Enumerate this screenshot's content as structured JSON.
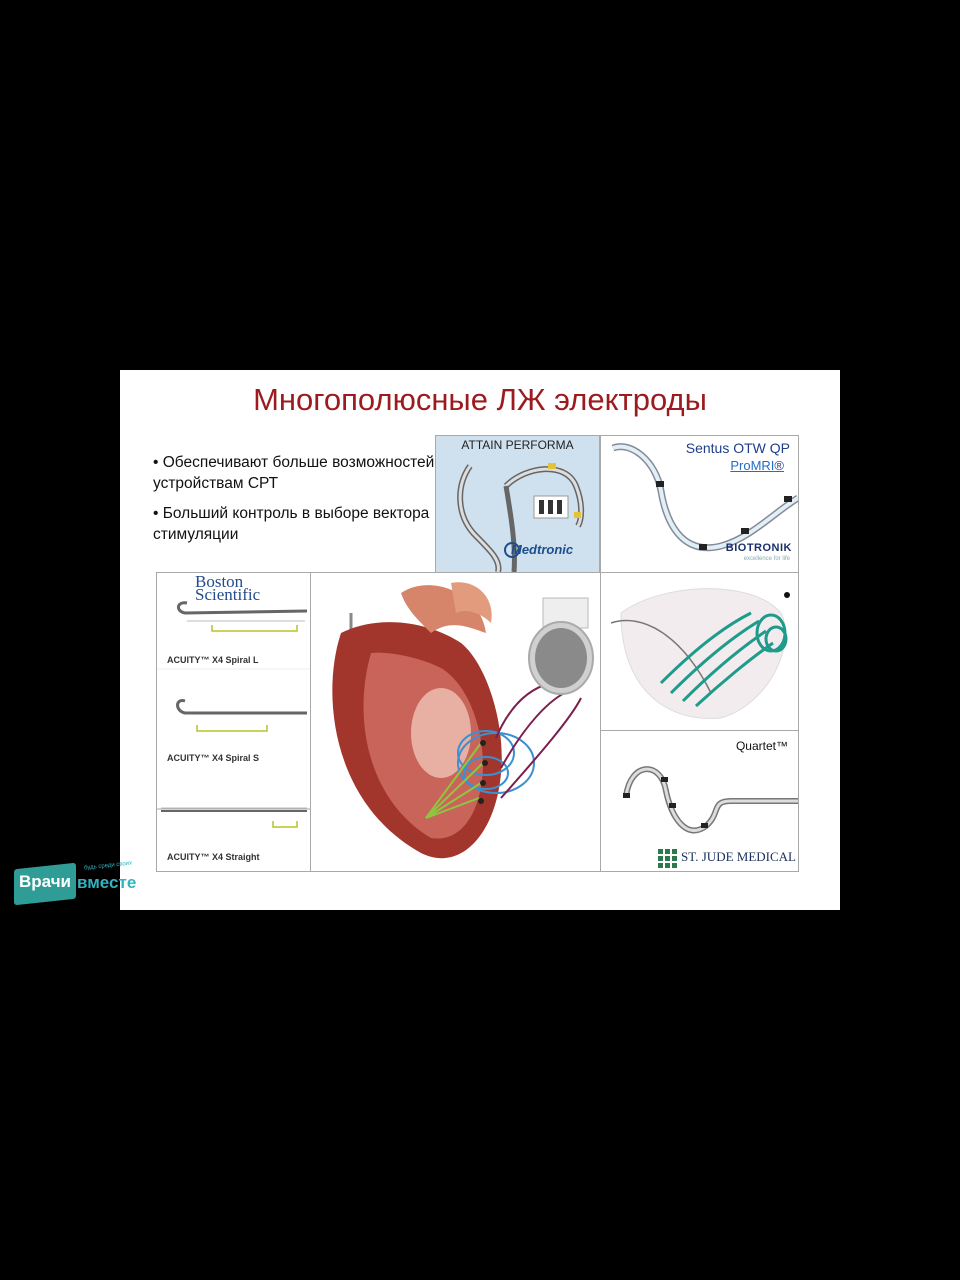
{
  "slide": {
    "title": "Многополюсные ЛЖ электроды",
    "bullets": [
      "• Обеспечивают больше возможностей устройствам СРТ",
      "• Больший контроль в выборе вектора стимуляции"
    ]
  },
  "panels": {
    "attain": {
      "title": "ATTAIN PERFORMA",
      "brand": "Medtronic"
    },
    "sentus": {
      "name": "Sentus OTW QP",
      "sub": "ProMRI",
      "reg": "®",
      "brand": "BIOTRONIK",
      "tagline": "excellence for life"
    },
    "boston": {
      "brand_line1": "Boston",
      "brand_line2": "Scientific",
      "leads": [
        "ACUITY™ X4 Spiral L",
        "ACUITY™ X4 Spiral S",
        "ACUITY™ X4 Straight"
      ]
    },
    "quartet": {
      "name": "Quartet™",
      "brand": "ST. JUDE MEDICAL"
    }
  },
  "watermark": {
    "part1": "Врачи",
    "part2": "вместе",
    "tagline": "будь среди своих"
  },
  "colors": {
    "title": "#9b1b1f",
    "medtronic": "#1c4e8c",
    "biotronik": "#1b2f6e",
    "logo": "#2f9c96"
  }
}
